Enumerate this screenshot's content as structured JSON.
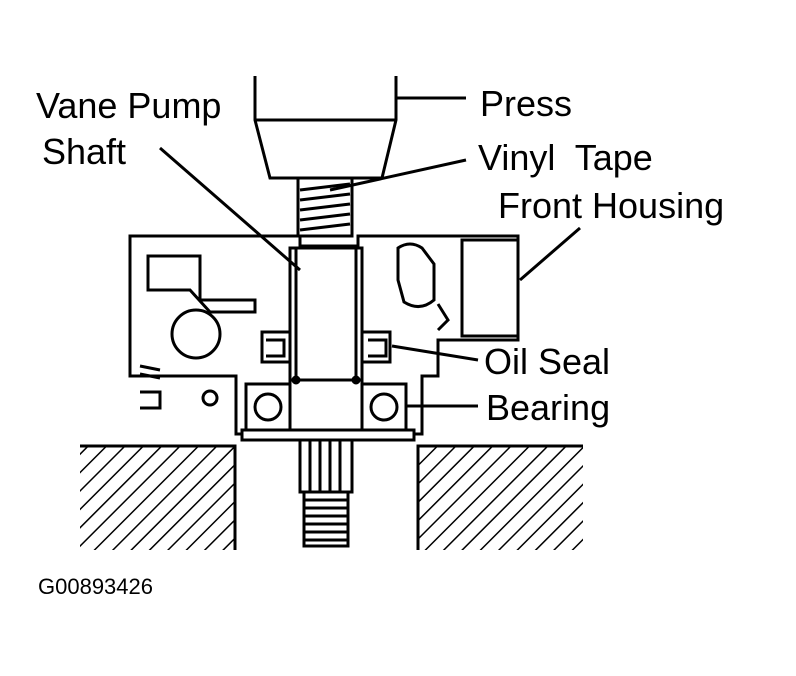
{
  "labels": {
    "vane_pump_shaft_line1": "Vane Pump",
    "vane_pump_shaft_line2": "Shaft",
    "press": "Press",
    "vinyl_tape": "Vinyl  Tape",
    "front_housing": "Front Housing",
    "oil_seal": "Oil Seal",
    "bearing": "Bearing"
  },
  "figure_code": "G00893426"
}
